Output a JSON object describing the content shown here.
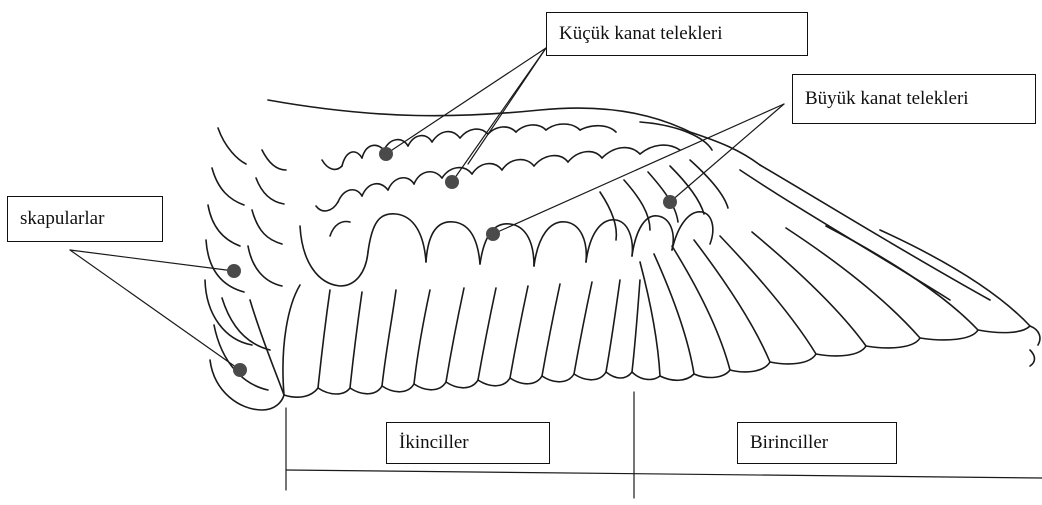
{
  "labels": {
    "small_coverts": "Küçük kanat telekleri",
    "greater_coverts": "Büyük kanat telekleri",
    "scapulars": "skapularlar",
    "secondaries": "İkinciller",
    "primaries": "Birinciller"
  },
  "colors": {
    "ink": "#1a1a1a",
    "dot": "#4a4a4a",
    "background": "#ffffff"
  }
}
